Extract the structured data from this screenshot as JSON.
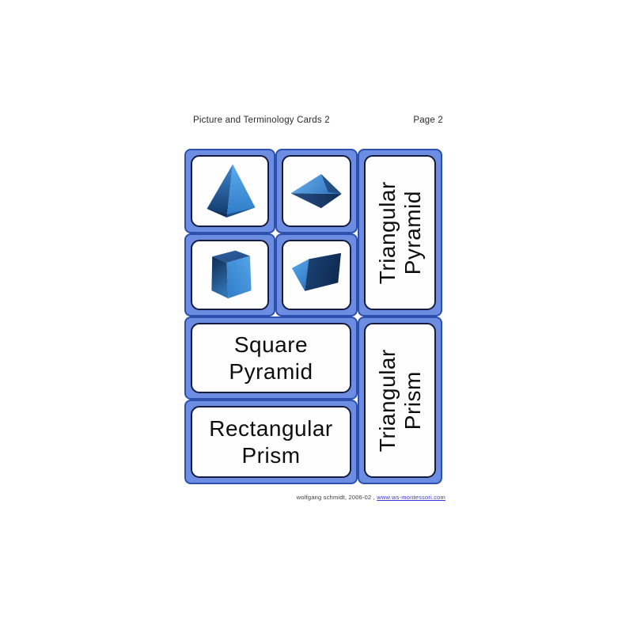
{
  "header": {
    "title": "Picture and Terminology Cards 2",
    "page_label": "Page 2"
  },
  "footer": {
    "credit": "wolfgang schmidt, 2006-02 ,",
    "link": "www.ws-montessori.com"
  },
  "colors": {
    "card_fill": "#6d8de2",
    "card_border": "#2b50ae",
    "inner_outline": "#161c3f",
    "link": "#3a3ad0",
    "shape_light_blue": "#5aabee",
    "shape_mid_blue": "#2f6cb5",
    "shape_dark_navy": "#13335f"
  },
  "cards": {
    "pictures": [
      {
        "name": "triangular-pyramid-standing-image"
      },
      {
        "name": "triangular-pyramid-lying-image"
      },
      {
        "name": "rectangular-prism-standing-image"
      },
      {
        "name": "triangular-prism-lying-image"
      }
    ],
    "square_pyramid": {
      "line1": "Square",
      "line2": "Pyramid"
    },
    "rectangular_prism": {
      "line1": "Rectangular",
      "line2": "Prism"
    },
    "triangular_pyramid": {
      "line1": "Triangular",
      "line2": "Pyramid"
    },
    "triangular_prism": {
      "line1": "Triangular",
      "line2": "Prism"
    }
  }
}
